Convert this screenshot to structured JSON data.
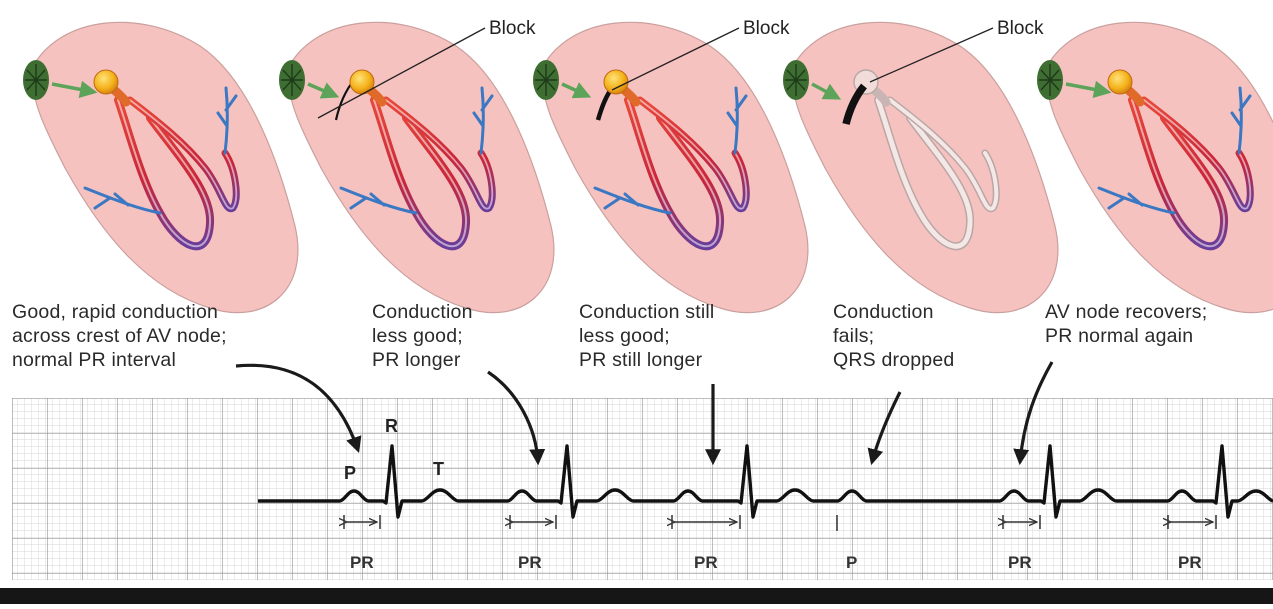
{
  "labels": {
    "block": "Block",
    "wave_p": "P",
    "wave_r": "R",
    "wave_t": "T",
    "pr": "PR",
    "p": "P"
  },
  "captions": [
    {
      "id": "stage-1",
      "lines": [
        "Good, rapid conduction",
        "across crest of AV node;",
        "normal PR interval"
      ]
    },
    {
      "id": "stage-2",
      "lines": [
        "Conduction",
        "less good;",
        "PR longer"
      ]
    },
    {
      "id": "stage-3",
      "lines": [
        "Conduction still",
        "less good;",
        "PR still longer"
      ]
    },
    {
      "id": "stage-4",
      "lines": [
        "Conduction",
        "fails;",
        "QRS dropped"
      ]
    },
    {
      "id": "stage-5",
      "lines": [
        "AV node recovers;",
        "PR normal again"
      ]
    }
  ],
  "colors": {
    "heart_fill": "#f7c4c0",
    "heart_outline": "#cfa5a3",
    "sa_node": "#3e6e32",
    "av_node": "#f3b01a",
    "bundle_red": "#d92a2e",
    "purkinje_blue": "#3b78c4",
    "arrow_green": "#5da45a",
    "grid_fine": "#d6d6d6",
    "grid_major": "#9c9c9c",
    "ecg_trace": "#1a1a1a"
  }
}
